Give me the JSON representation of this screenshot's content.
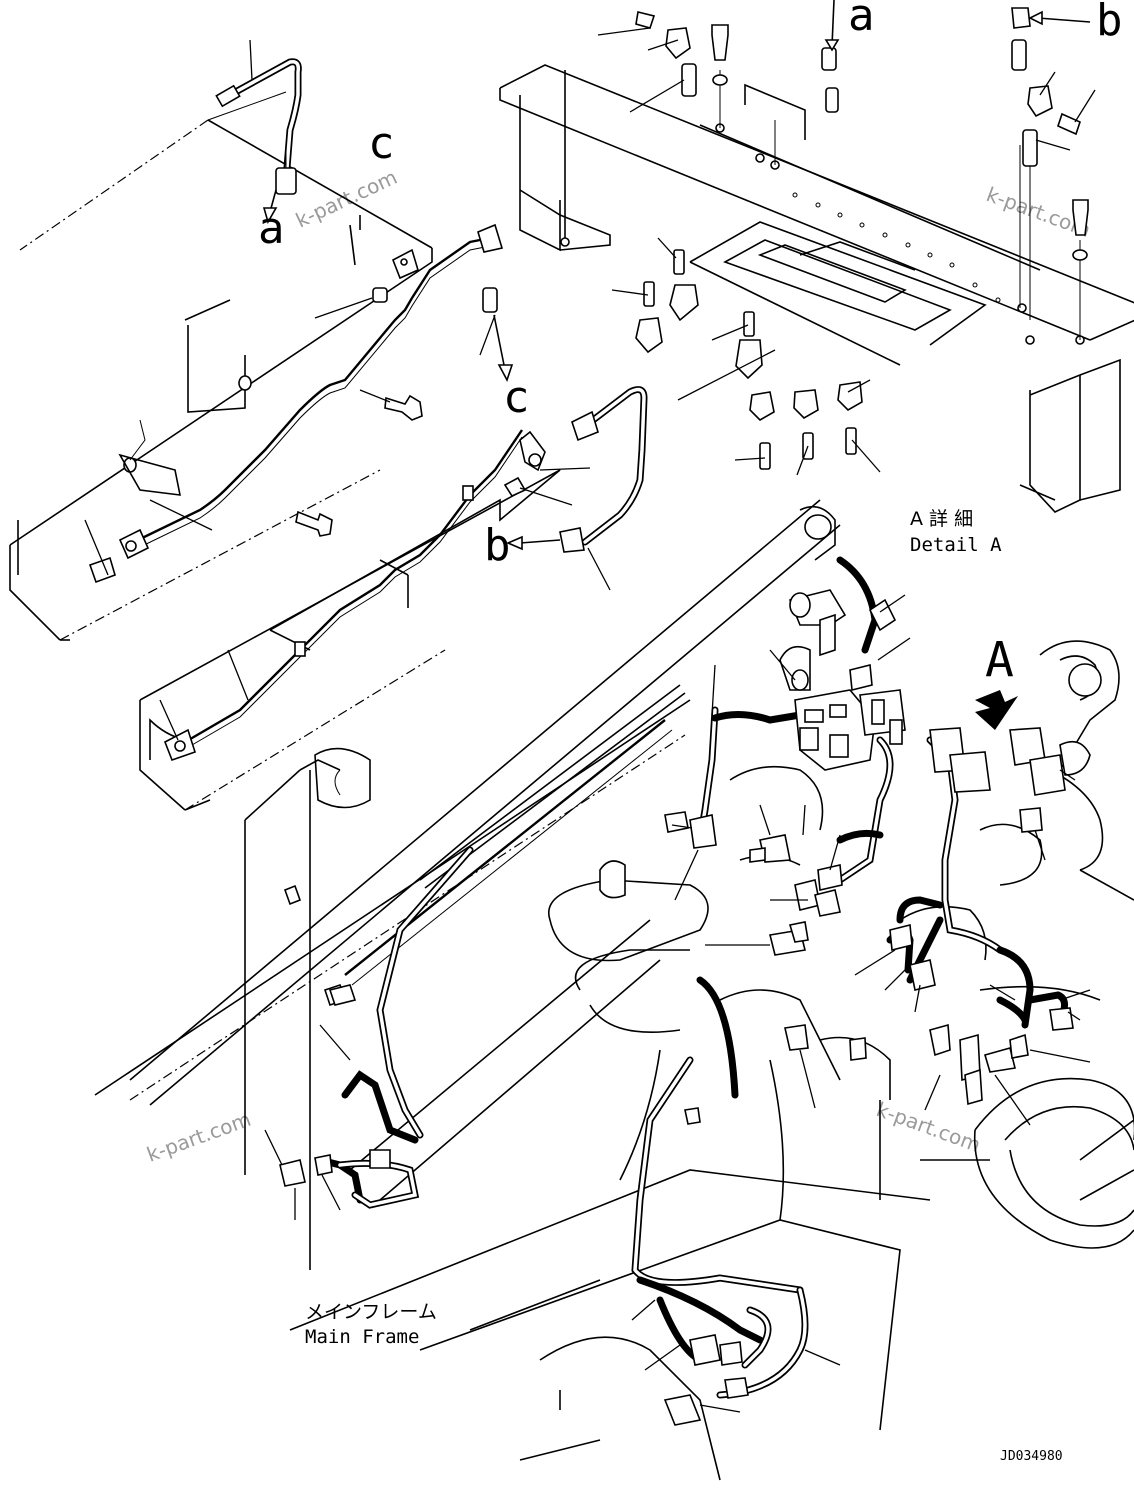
{
  "callouts": {
    "a_top": "a",
    "b_top": "b",
    "c_upper": "c",
    "a_left": "a",
    "c_lower": "c",
    "b_left": "b",
    "A_view": "A"
  },
  "detail_a": {
    "title_jp": "A 詳 細",
    "title_en": "Detail A"
  },
  "main_frame": {
    "label_jp": "メインフレーム",
    "label_en": "Main Frame"
  },
  "watermarks": [
    "k-part.com",
    "k-part.com",
    "k-part.com",
    "k-part.com"
  ],
  "drawing_code": "JD034980"
}
